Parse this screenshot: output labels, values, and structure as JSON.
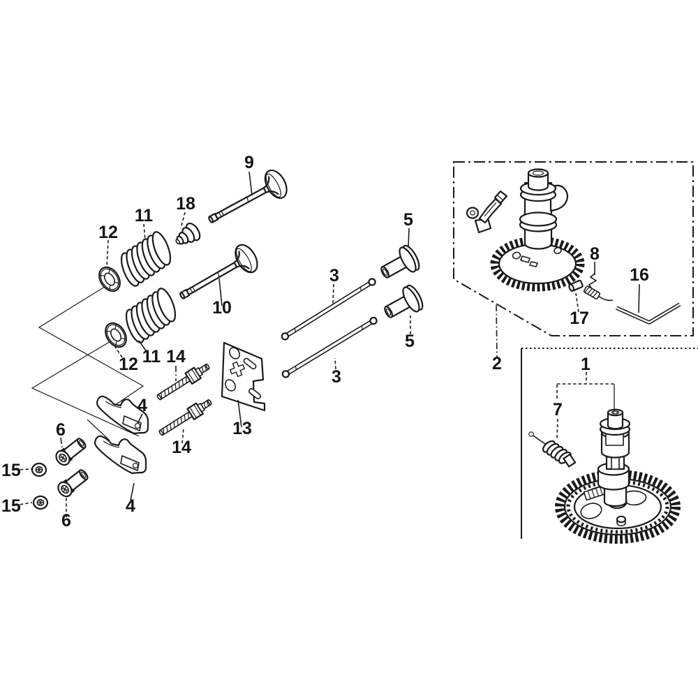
{
  "diagram": {
    "type": "exploded-parts-diagram",
    "subject": "engine valve train and camshaft assembly",
    "background_color": "#ffffff",
    "line_color": "#1a1a1a"
  },
  "callouts": [
    {
      "label": "9"
    },
    {
      "label": "18"
    },
    {
      "label": "11"
    },
    {
      "label": "12"
    },
    {
      "label": "12"
    },
    {
      "label": "11"
    },
    {
      "label": "10"
    },
    {
      "label": "3"
    },
    {
      "label": "3"
    },
    {
      "label": "5"
    },
    {
      "label": "5"
    },
    {
      "label": "14"
    },
    {
      "label": "14"
    },
    {
      "label": "13"
    },
    {
      "label": "4"
    },
    {
      "label": "4"
    },
    {
      "label": "6"
    },
    {
      "label": "6"
    },
    {
      "label": "15"
    },
    {
      "label": "15"
    },
    {
      "label": "2"
    },
    {
      "label": "1"
    },
    {
      "label": "7"
    },
    {
      "label": "8"
    },
    {
      "label": "16"
    },
    {
      "label": "17"
    }
  ]
}
